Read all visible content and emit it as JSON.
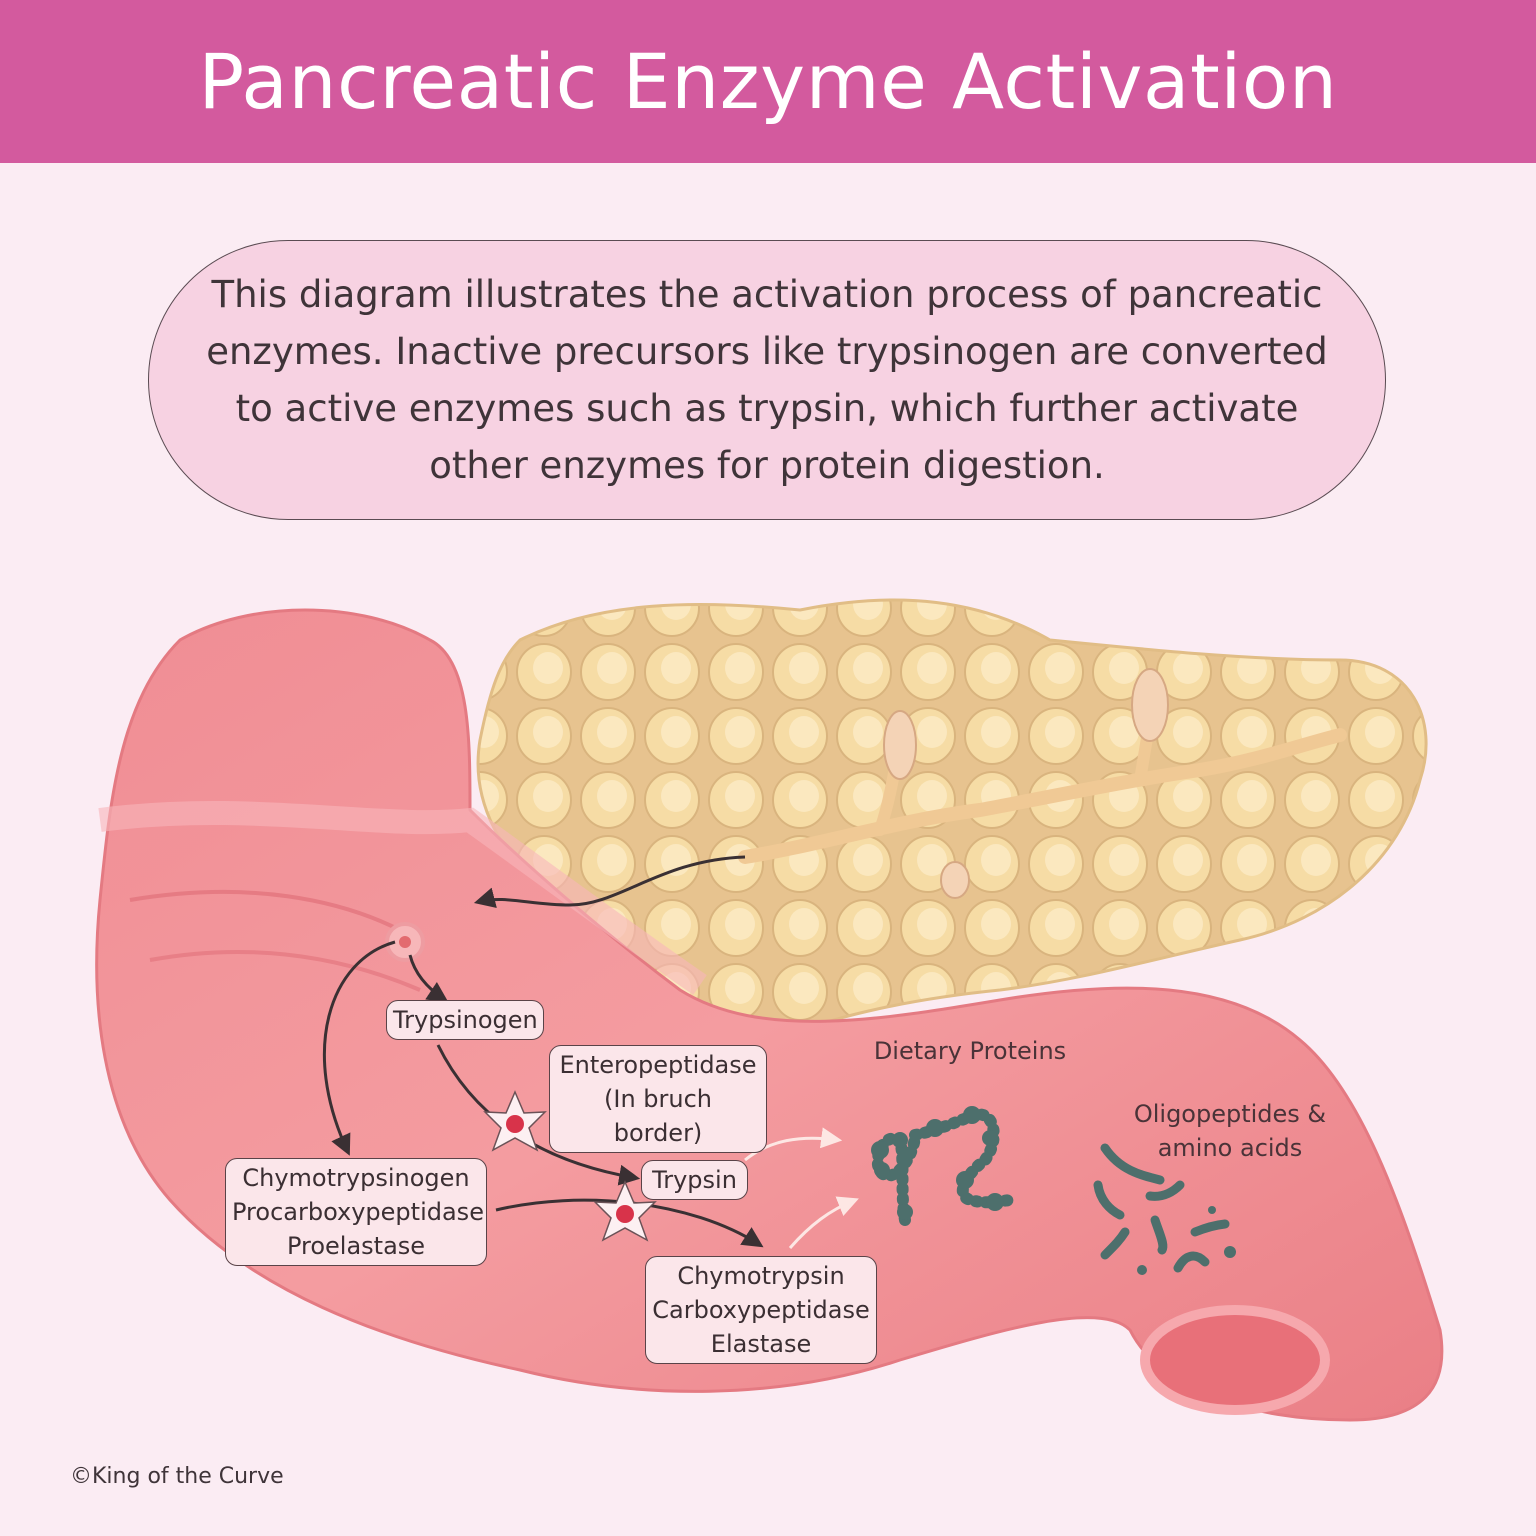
{
  "header": {
    "title": "Pancreatic Enzyme Activation",
    "background_color": "#d35a9e"
  },
  "description": {
    "text": "This diagram illustrates the activation process of pancreatic enzymes. Inactive precursors like trypsinogen are converted to active enzymes such as trypsin, which further activate other enzymes for protein digestion.",
    "background_color": "#f7d2e2"
  },
  "illustration": {
    "organs": [
      "pancreas",
      "duodenum"
    ],
    "colors": {
      "pancreas": "#f3d79c",
      "intestine": "#ee8a8e",
      "protein_chain": "#4d6f6c",
      "activation_dot": "#d8334a"
    }
  },
  "labels": {
    "trypsinogen": "Trypsinogen",
    "enteropeptidase_line1": "Enteropeptidase",
    "enteropeptidase_line2": "(In bruch border)",
    "trypsin": "Trypsin",
    "zymogens": [
      "Chymotrypsinogen",
      "Procarboxypeptidase",
      "Proelastase"
    ],
    "active_enzymes": [
      "Chymotrypsin",
      "Carboxypeptidase",
      "Elastase"
    ],
    "dietary_proteins": "Dietary Proteins",
    "oligopeptides_line1": "Oligopeptides &",
    "oligopeptides_line2": "amino acids"
  },
  "footer": {
    "copyright": "©King of the Curve"
  }
}
